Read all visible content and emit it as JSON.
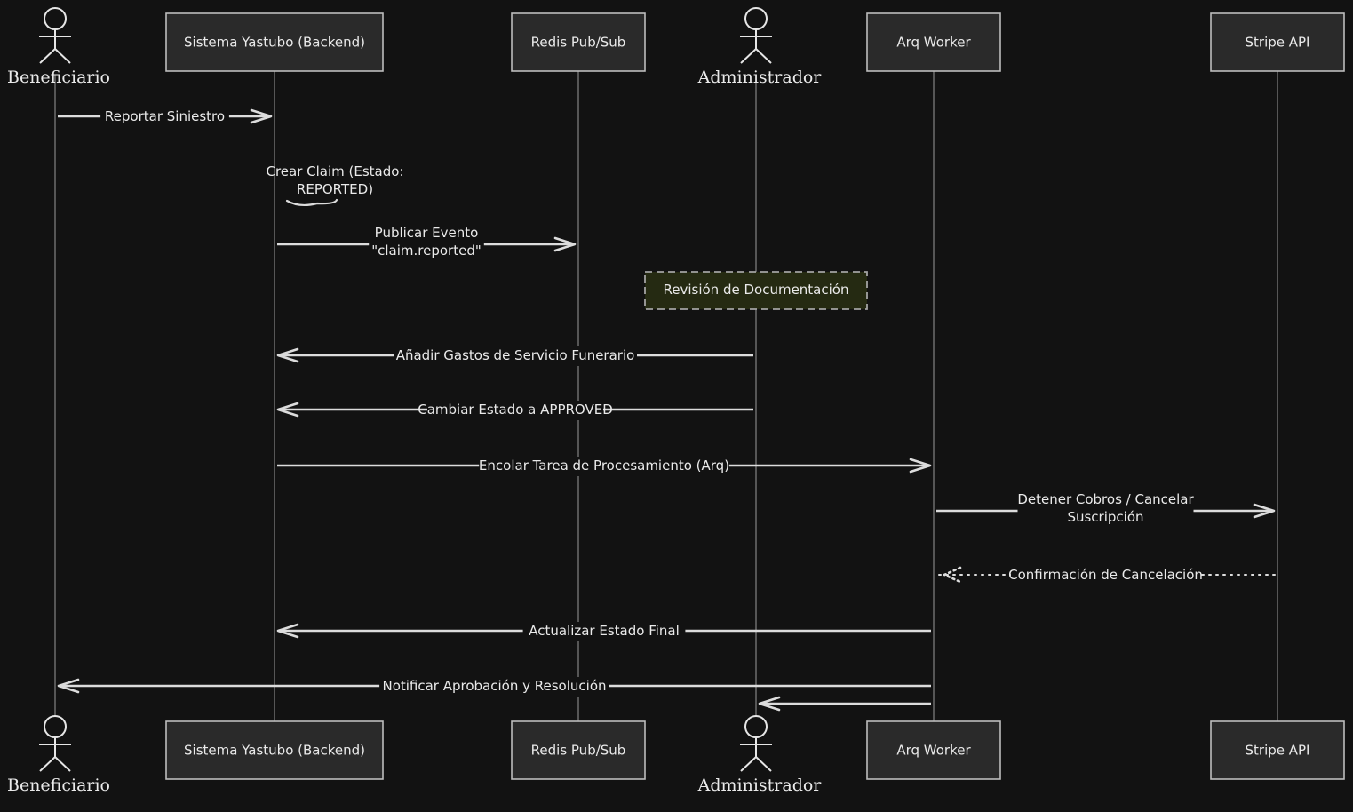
{
  "diagram": {
    "type": "sequence",
    "colors": {
      "background": "#121212",
      "box_fill": "#2a2a2a",
      "box_stroke": "#bdbdbd",
      "text": "#eaeaea",
      "line": "#dcdcdc",
      "note_fill": "#252a12"
    },
    "participants": [
      {
        "id": "beneficiario",
        "label": "Beneficiario",
        "kind": "actor"
      },
      {
        "id": "backend",
        "label": "Sistema Yastubo (Backend)",
        "kind": "box"
      },
      {
        "id": "redis",
        "label": "Redis Pub/Sub",
        "kind": "box"
      },
      {
        "id": "admin",
        "label": "Administrador",
        "kind": "actor"
      },
      {
        "id": "arq",
        "label": "Arq Worker",
        "kind": "box"
      },
      {
        "id": "stripe",
        "label": "Stripe API",
        "kind": "box"
      }
    ],
    "steps": [
      {
        "kind": "message",
        "from": "beneficiario",
        "to": "backend",
        "style": "solid",
        "lines": [
          "Reportar Siniestro"
        ]
      },
      {
        "kind": "self",
        "at": "backend",
        "lines": [
          "Crear Claim (Estado:",
          "REPORTED)"
        ]
      },
      {
        "kind": "message",
        "from": "backend",
        "to": "redis",
        "style": "solid",
        "lines": [
          "Publicar Evento",
          "\"claim.reported\""
        ]
      },
      {
        "kind": "note",
        "over": "admin",
        "lines": [
          "Revisión de Documentación"
        ]
      },
      {
        "kind": "message",
        "from": "admin",
        "to": "backend",
        "style": "solid",
        "lines": [
          "Añadir Gastos de Servicio Funerario"
        ]
      },
      {
        "kind": "message",
        "from": "admin",
        "to": "backend",
        "style": "solid",
        "lines": [
          "Cambiar Estado a APPROVED"
        ]
      },
      {
        "kind": "message",
        "from": "backend",
        "to": "arq",
        "style": "solid",
        "lines": [
          "Encolar Tarea de Procesamiento (Arq)"
        ]
      },
      {
        "kind": "message",
        "from": "arq",
        "to": "stripe",
        "style": "solid",
        "lines": [
          "Detener Cobros / Cancelar",
          "Suscripción"
        ]
      },
      {
        "kind": "message",
        "from": "stripe",
        "to": "arq",
        "style": "dotted",
        "lines": [
          "Confirmación de Cancelación"
        ]
      },
      {
        "kind": "message",
        "from": "arq",
        "to": "backend",
        "style": "solid",
        "lines": [
          "Actualizar Estado Final"
        ]
      },
      {
        "kind": "message",
        "from": "arq",
        "to": "beneficiario",
        "style": "solid",
        "lines": [
          "Notificar Aprobación y Resolución"
        ]
      },
      {
        "kind": "message",
        "from": "arq",
        "to": "admin",
        "style": "solid",
        "lines": []
      }
    ]
  }
}
